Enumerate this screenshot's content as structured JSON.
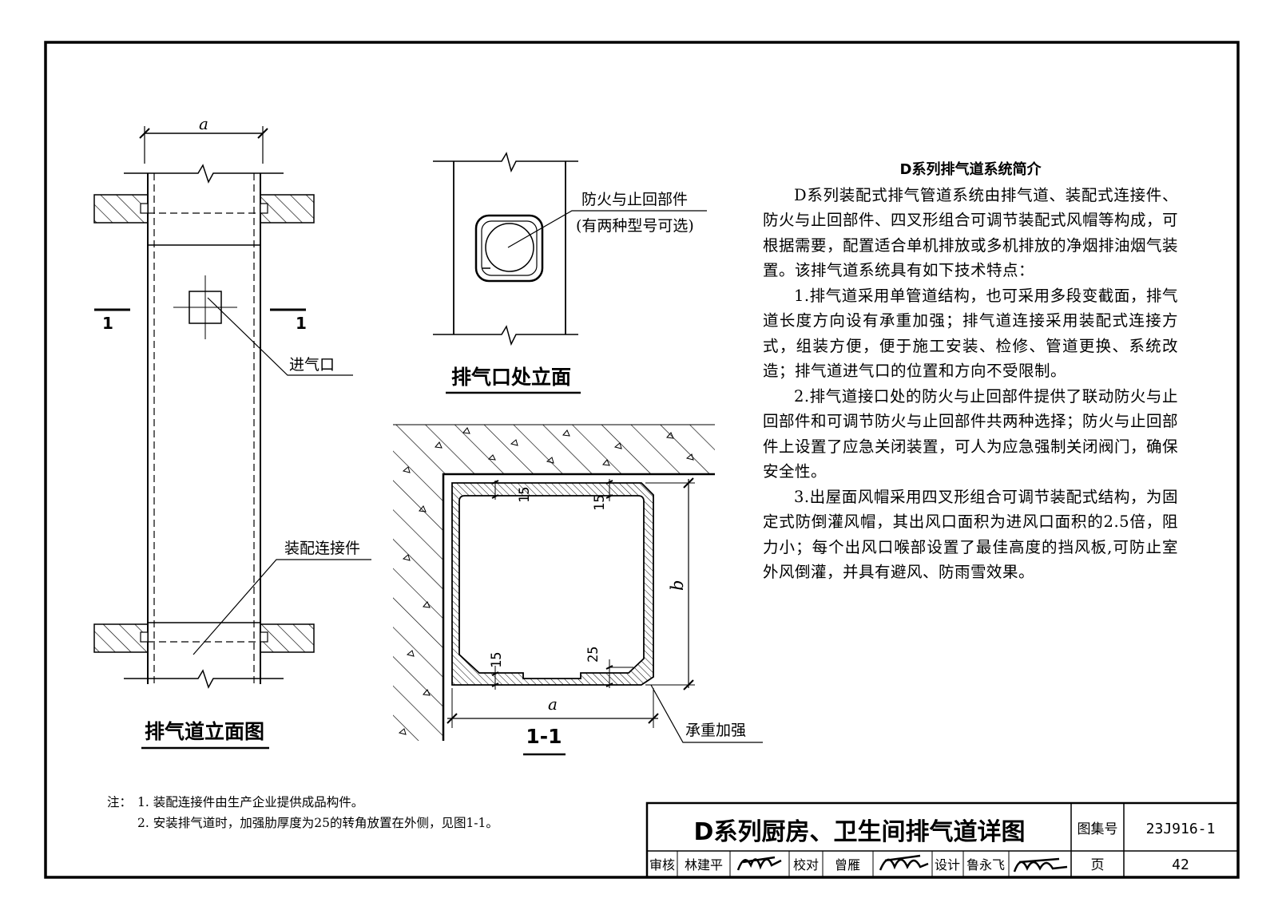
{
  "elevation": {
    "title": "排气道立面图",
    "dim_a": "a",
    "section_mark_left": "1",
    "section_mark_right": "1",
    "label_inlet": "进气口",
    "label_connector": "装配连接件"
  },
  "outlet_elevation": {
    "title": "排气口处立面",
    "label_line1": "防火与止回部件",
    "label_line2": "(有两种型号可选)"
  },
  "section": {
    "title": "1-1",
    "dim_a": "a",
    "dim_b": "b",
    "thk_top_left": "15",
    "thk_top_right": "15",
    "thk_bottom_left": "15",
    "thk_bottom_right": "25",
    "label_reinforce": "承重加强"
  },
  "intro": {
    "title": "D系列排气道系统简介",
    "paragraphs": [
      "D系列装配式排气管道系统由排气道、装配式连接件、防火与止回部件、四叉形组合可调节装配式风帽等构成，可根据需要，配置适合单机排放或多机排放的净烟排油烟气装置。该排气道系统具有如下技术特点：",
      "1.排气道采用单管道结构，也可采用多段变截面，排气道长度方向设有承重加强；排气道连接采用装配式连接方式，组装方便，便于施工安装、检修、管道更换、系统改造；排气道进气口的位置和方向不受限制。",
      "2.排气道接口处的防火与止回部件提供了联动防火与止回部件和可调节防火与止回部件共两种选择；防火与止回部件上设置了应急关闭装置，可人为应急强制关闭阀门，确保安全性。",
      "3.出屋面风帽采用四叉形组合可调节装配式结构，为固定式防倒灌风帽，其出风口面积为进风口面积的2.5倍，阻力小；每个出风口喉部设置了最佳高度的挡风板,可防止室外风倒灌，并具有避风、防雨雪效果。"
    ]
  },
  "notes": {
    "head": "注：",
    "items": [
      "1. 装配连接件由生产企业提供成品构件。",
      "2. 安装排气道时，加强肋厚度为25的转角放置在外侧，见图1-1。"
    ]
  },
  "title_block": {
    "drawing_title": "D系列厨房、卫生间排气道详图",
    "atlas_label": "图集号",
    "atlas_no": "23J916-1",
    "review_label": "审核",
    "review_name": "林建平",
    "check_label": "校对",
    "check_name": "曾雁",
    "design_label": "设计",
    "design_name": "鲁永飞",
    "page_label": "页",
    "page_no": "42"
  }
}
